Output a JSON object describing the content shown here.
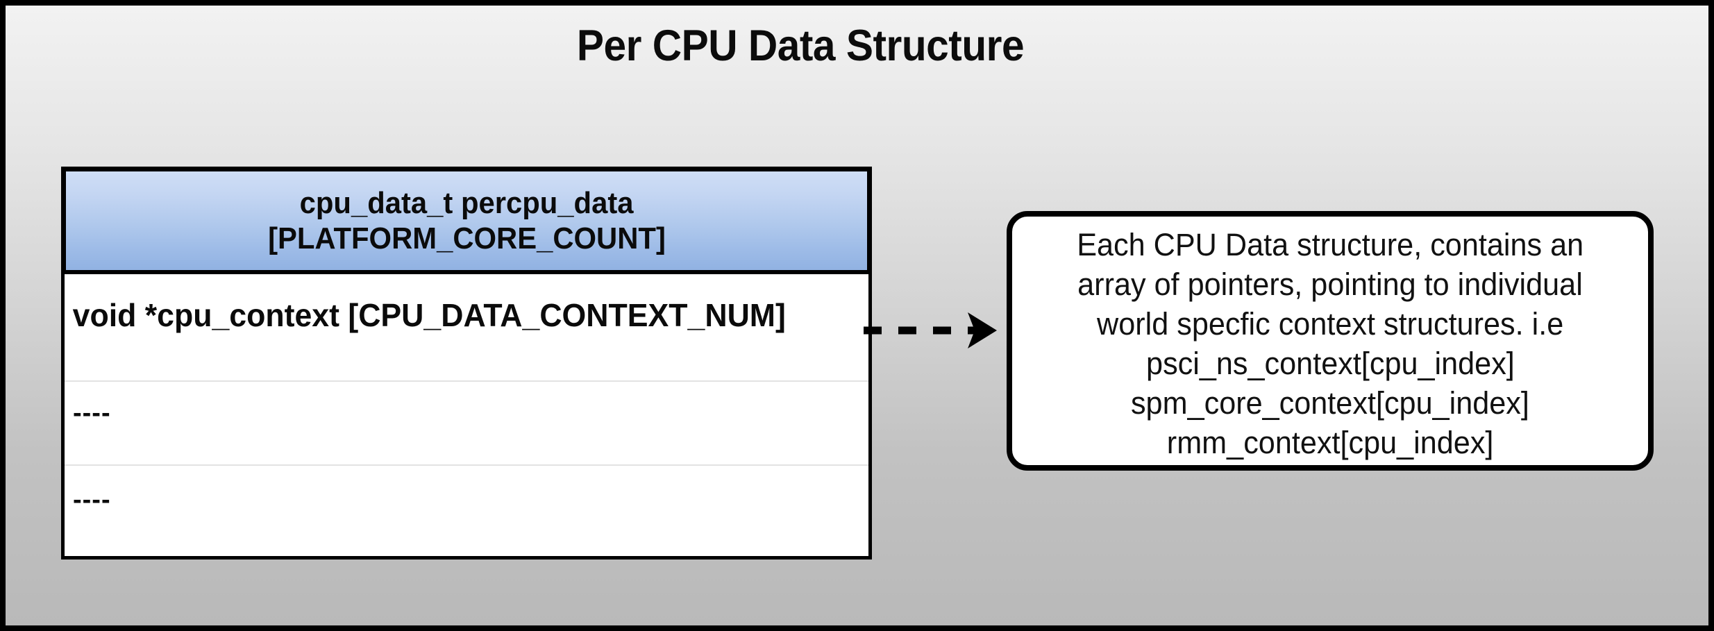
{
  "diagram": {
    "title": "Per CPU Data Structure",
    "background": {
      "gradient_top": "#f2f2f2",
      "gradient_bottom": "#b9b9b9",
      "border_color": "#000000"
    }
  },
  "struct_table": {
    "header": {
      "line1": "cpu_data_t percpu_data",
      "line2": "[PLATFORM_CORE_COUNT]",
      "gradient_top": "#cfdef6",
      "gradient_bottom": "#91b2e2"
    },
    "rows": [
      {
        "text": "void *cpu_context [CPU_DATA_CONTEXT_NUM]"
      },
      {
        "text": "----"
      },
      {
        "text": "----"
      }
    ]
  },
  "connector": {
    "style": "dashed-arrow",
    "direction": "right",
    "color": "#000000"
  },
  "callout": {
    "lines": [
      "Each CPU Data structure, contains an",
      "array of pointers, pointing to individual",
      "world specfic context structures. i.e",
      "psci_ns_context[cpu_index]",
      "spm_core_context[cpu_index]",
      "rmm_context[cpu_index]"
    ],
    "border_color": "#000000",
    "background": "#ffffff"
  }
}
